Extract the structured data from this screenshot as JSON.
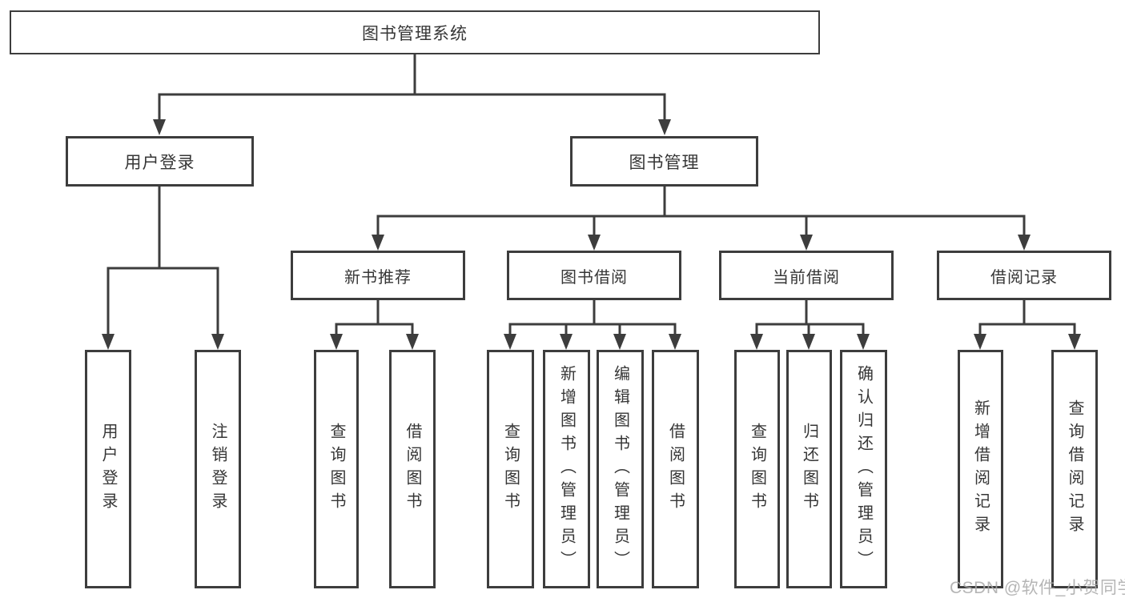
{
  "diagram": {
    "root": {
      "label": "图书管理系统"
    },
    "level1": [
      {
        "label": "用户登录"
      },
      {
        "label": "图书管理"
      }
    ],
    "level2": [
      {
        "label": "新书推荐"
      },
      {
        "label": "图书借阅"
      },
      {
        "label": "当前借阅"
      },
      {
        "label": "借阅记录"
      }
    ],
    "leaves": {
      "login": [
        {
          "label": "用户登录"
        },
        {
          "label": "注销登录"
        }
      ],
      "recommend": [
        {
          "label": "查询图书"
        },
        {
          "label": "借阅图书"
        }
      ],
      "borrow": [
        {
          "label": "查询图书"
        },
        {
          "label": "新增图书（管理员）"
        },
        {
          "label": "编辑图书（管理员）"
        },
        {
          "label": "借阅图书"
        }
      ],
      "current": [
        {
          "label": "查询图书"
        },
        {
          "label": "归还图书"
        },
        {
          "label": "确认归还（管理员）"
        }
      ],
      "records": [
        {
          "label": "新增借阅记录"
        },
        {
          "label": "查询借阅记录"
        }
      ]
    }
  },
  "watermark": {
    "text": "CSDN @软件_小贺同学"
  },
  "colors": {
    "line": "#3d3d3d",
    "node_text": "#363636",
    "background": "#ffffff",
    "watermark": "#a9a9a9"
  }
}
